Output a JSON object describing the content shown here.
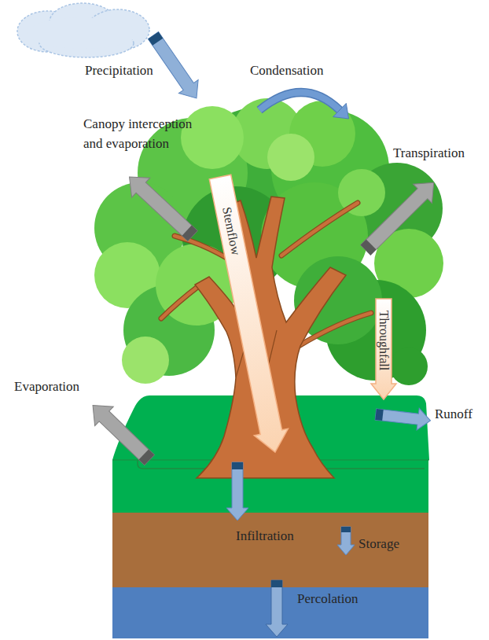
{
  "diagram": {
    "labels": [
      "Precipitation",
      "Condensation",
      "Canopy interception and evaporation",
      "Transpiration",
      "Stemflow",
      "Throughfall",
      "Evaporation",
      "Runoff",
      "Infiltration",
      "Storage",
      "Percolation"
    ]
  }
}
